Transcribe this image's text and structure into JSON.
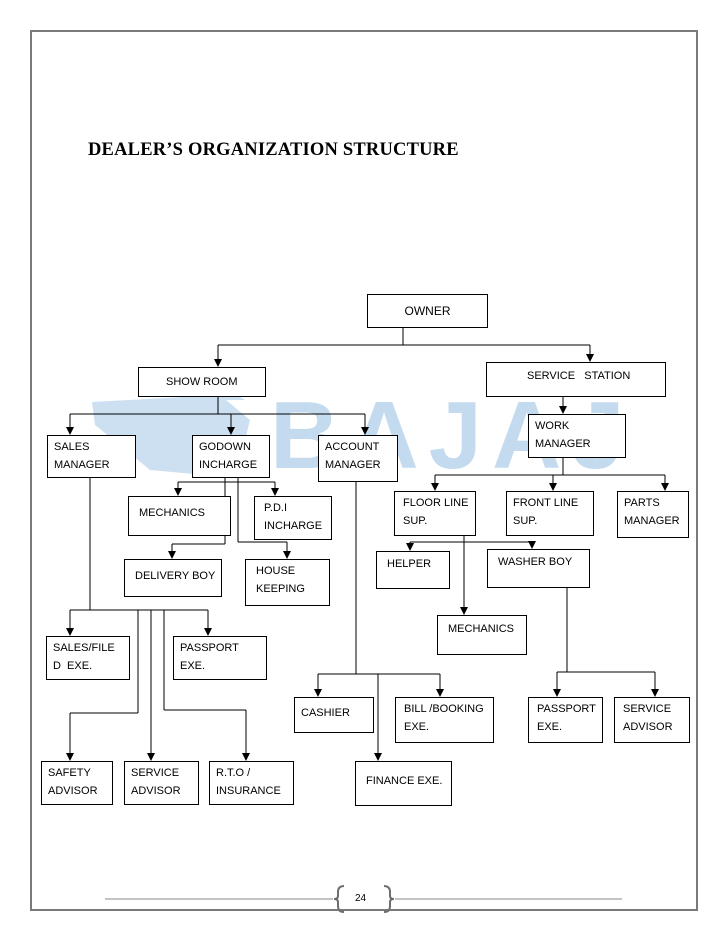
{
  "title": "DEALER’S ORGANIZATION STRUCTURE",
  "watermark": {
    "text": "BAJAJ",
    "color": "#b9d3ea"
  },
  "page_number": "24",
  "nodes": {
    "owner": [
      "OWNER"
    ],
    "show_room": [
      "SHOW ROOM"
    ],
    "service_station": [
      "SERVICE   STATION"
    ],
    "sales_manager": [
      "SALES",
      "MANAGER"
    ],
    "godown_incharge": [
      "GODOWN",
      "INCHARGE"
    ],
    "account_manager": [
      "ACCOUNT",
      "MANAGER"
    ],
    "work_manager": [
      "WORK",
      "MANAGER"
    ],
    "mechanics_showroom": [
      "MECHANICS"
    ],
    "pdi_incharge": [
      "P.D.I",
      "INCHARGE"
    ],
    "floor_line_sup": [
      "FLOOR LINE",
      "SUP."
    ],
    "front_line_sup": [
      "FRONT LINE",
      "SUP."
    ],
    "parts_manager": [
      "PARTS",
      "MANAGER"
    ],
    "delivery_boy": [
      "DELIVERY BOY"
    ],
    "house_keeping": [
      "HOUSE",
      "KEEPING"
    ],
    "helper": [
      "HELPER"
    ],
    "washer_boy": [
      "WASHER BOY"
    ],
    "mechanics_service": [
      "MECHANICS"
    ],
    "sales_field_exe": [
      "SALES/FILE",
      "D  EXE."
    ],
    "passport_exe_sales": [
      "PASSPORT",
      "EXE."
    ],
    "cashier": [
      "CASHIER"
    ],
    "bill_booking_exe": [
      "BILL /BOOKING",
      "EXE."
    ],
    "passport_exe_service": [
      "PASSPORT",
      "EXE."
    ],
    "service_advisor_right": [
      "SERVICE",
      "ADVISOR"
    ],
    "safety_advisor": [
      "SAFETY",
      "ADVISOR"
    ],
    "service_advisor_left": [
      "SERVICE",
      "ADVISOR"
    ],
    "rto_insurance": [
      "R.T.O /",
      "INSURANCE"
    ],
    "finance_exe": [
      "FINANCE EXE."
    ]
  }
}
